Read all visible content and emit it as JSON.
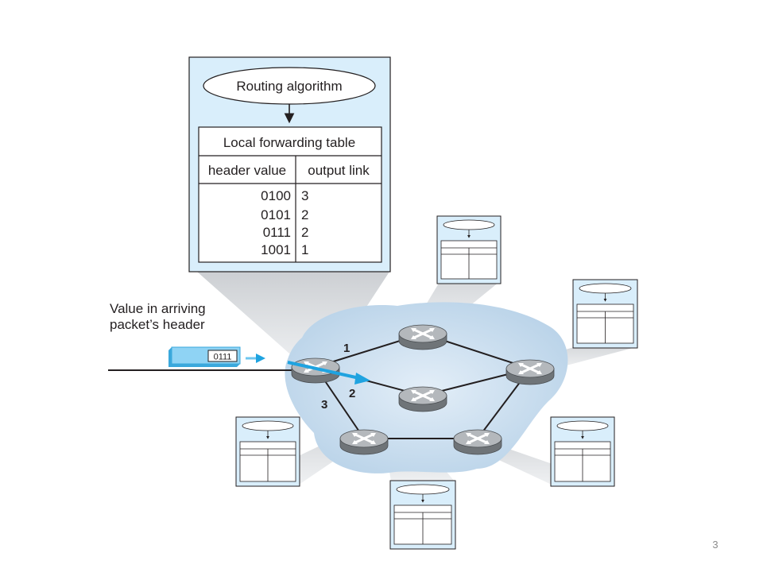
{
  "routing_box": {
    "algorithm_label": "Routing algorithm",
    "table_title": "Local forwarding table",
    "col_header_value": "header value",
    "col_output_link": "output link",
    "rows": [
      {
        "header": "0100",
        "link": "3"
      },
      {
        "header": "0101",
        "link": "2"
      },
      {
        "header": "0111",
        "link": "2"
      },
      {
        "header": "1001",
        "link": "1"
      }
    ]
  },
  "packet": {
    "caption_line1": "Value in arriving",
    "caption_line2": "packet’s header",
    "header_value": "0111"
  },
  "links": {
    "link1": "1",
    "link2": "2",
    "link3": "3"
  },
  "slide_number": "3",
  "colors": {
    "panel_fill": "#d9eefb",
    "network_cloud": "#c4dcef",
    "arrow_blue": "#1fa3e0",
    "packet_blue": "#6ec6ef",
    "router_gray": "#9a9fa3"
  }
}
